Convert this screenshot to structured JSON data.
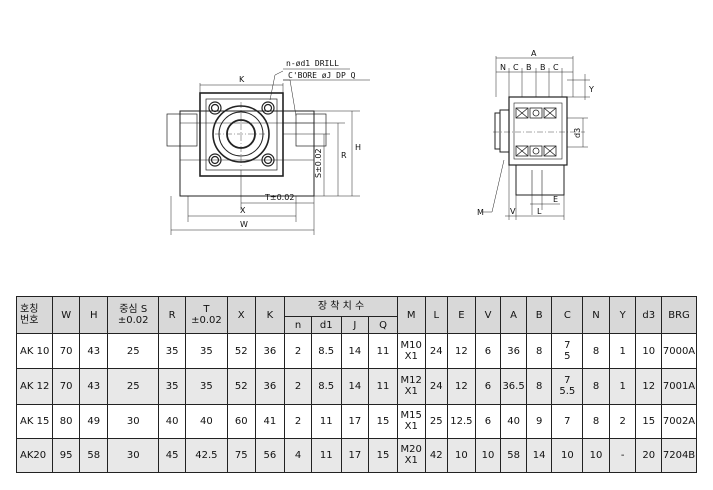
{
  "drawing": {
    "labels": {
      "drill": "n-ød1 DRILL",
      "cbore": "C'BORE øJ DP Q",
      "K": "K",
      "H": "H",
      "R": "R",
      "S": "S±0.02",
      "T": "T±0.02",
      "X": "X",
      "W": "W",
      "A": "A",
      "N": "N",
      "C1": "C",
      "B1": "B",
      "B2": "B",
      "C2": "C",
      "Y": "Y",
      "d3": "d3",
      "E": "E",
      "M": "M",
      "V": "V",
      "L": "L"
    }
  },
  "table": {
    "headers": {
      "model_line1": "호칭",
      "model_line2": "번호",
      "W": "W",
      "H": "H",
      "S_line1": "중심 S",
      "S_line2": "±0.02",
      "R": "R",
      "T_line1": "T",
      "T_line2": "±0.02",
      "X": "X",
      "K": "K",
      "mount": "장 착 치 수",
      "n": "n",
      "d1": "d1",
      "J": "J",
      "Q": "Q",
      "M": "M",
      "L": "L",
      "E": "E",
      "V": "V",
      "A": "A",
      "B": "B",
      "C": "C",
      "N": "N",
      "Y": "Y",
      "d3": "d3",
      "BRG": "BRG"
    },
    "rows": [
      {
        "model": "AK 10",
        "W": "70",
        "H": "43",
        "S": "25",
        "R": "35",
        "T": "35",
        "X": "52",
        "K": "36",
        "n": "2",
        "d1": "8.5",
        "J": "14",
        "Q": "11",
        "M1": "M10",
        "M2": "X1",
        "L": "24",
        "E": "12",
        "V": "6",
        "A": "36",
        "B": "8",
        "C1": "7",
        "C2": "5",
        "N": "8",
        "Y": "1",
        "d3": "10",
        "BRG": "7000A"
      },
      {
        "model": "AK 12",
        "W": "70",
        "H": "43",
        "S": "25",
        "R": "35",
        "T": "35",
        "X": "52",
        "K": "36",
        "n": "2",
        "d1": "8.5",
        "J": "14",
        "Q": "11",
        "M1": "M12",
        "M2": "X1",
        "L": "24",
        "E": "12",
        "V": "6",
        "A": "36.5",
        "B": "8",
        "C1": "7",
        "C2": "5.5",
        "N": "8",
        "Y": "1",
        "d3": "12",
        "BRG": "7001A"
      },
      {
        "model": "AK 15",
        "W": "80",
        "H": "49",
        "S": "30",
        "R": "40",
        "T": "40",
        "X": "60",
        "K": "41",
        "n": "2",
        "d1": "11",
        "J": "17",
        "Q": "15",
        "M1": "M15",
        "M2": "X1",
        "L": "25",
        "E": "12.5",
        "V": "6",
        "A": "40",
        "B": "9",
        "C1": "7",
        "C2": "",
        "N": "8",
        "Y": "2",
        "d3": "15",
        "BRG": "7002A"
      },
      {
        "model": "AK20",
        "W": "95",
        "H": "58",
        "S": "30",
        "R": "45",
        "T": "42.5",
        "X": "75",
        "K": "56",
        "n": "4",
        "d1": "11",
        "J": "17",
        "Q": "15",
        "M1": "M20",
        "M2": "X1",
        "L": "42",
        "E": "10",
        "V": "10",
        "A": "58",
        "B": "14",
        "C1": "10",
        "C2": "",
        "N": "10",
        "Y": "-",
        "d3": "20",
        "BRG": "7204B"
      }
    ]
  }
}
